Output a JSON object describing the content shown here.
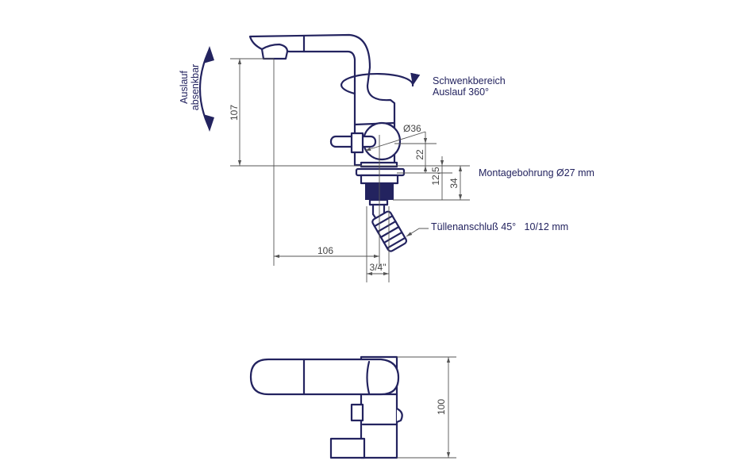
{
  "title": "Waschtischarmatur – Maßzeichnung",
  "labels": {
    "auslauf": "Auslauf",
    "absenkbar": "absenkbar",
    "schwenkbereich": "Schwenkbereich",
    "auslauf_360": "Auslauf 360°",
    "diameter": "Ø36",
    "montage": "Montagebohrung Ø27 mm",
    "tuellen": "Tüllenanschluß 45°   10/12 mm"
  },
  "dimensions": {
    "height": "107",
    "reach": "106",
    "thread": "3/4\"",
    "d22": "22",
    "d12_5": "12,5",
    "d34": "34",
    "depth": "100"
  },
  "colors": {
    "line": "#23235f",
    "dimension": "#555555"
  }
}
